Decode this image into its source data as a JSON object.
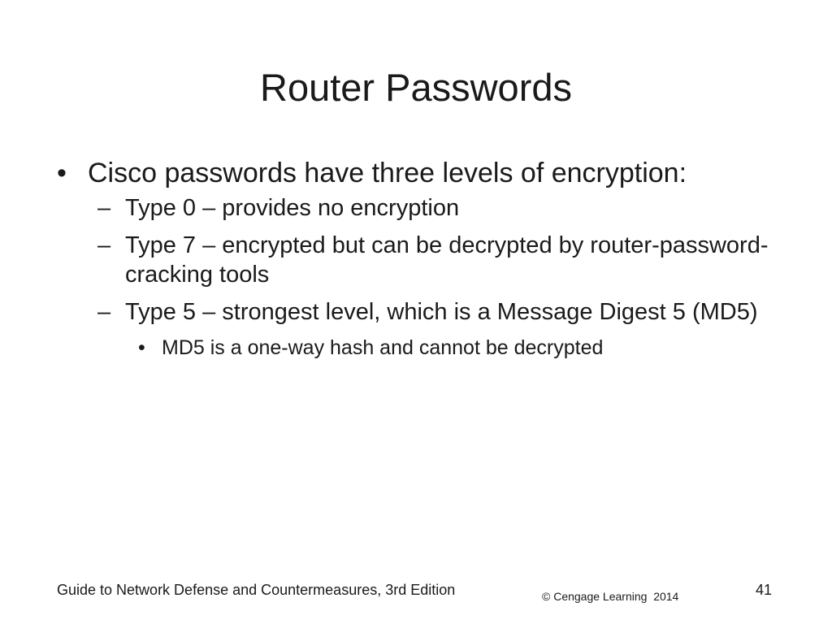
{
  "slide": {
    "title": "Router Passwords",
    "bullets": [
      {
        "text": "Cisco passwords have three levels of encryption:",
        "sub": [
          {
            "text": "Type 0 – provides no encryption"
          },
          {
            "text": "Type 7 – encrypted but can be decrypted by router-password-cracking tools"
          },
          {
            "text": "Type 5 – strongest level, which is a Message Digest 5 (MD5)",
            "sub": [
              {
                "text": "MD5 is a one-way hash and cannot be decrypted"
              }
            ]
          }
        ]
      }
    ],
    "bullet_symbols": {
      "level1": "•",
      "level2": "–",
      "level3": "•"
    }
  },
  "footer": {
    "book": "Guide to Network Defense and Countermeasures, 3rd Edition",
    "copyright": "© Cengage Learning  2014",
    "page_number": "41"
  }
}
